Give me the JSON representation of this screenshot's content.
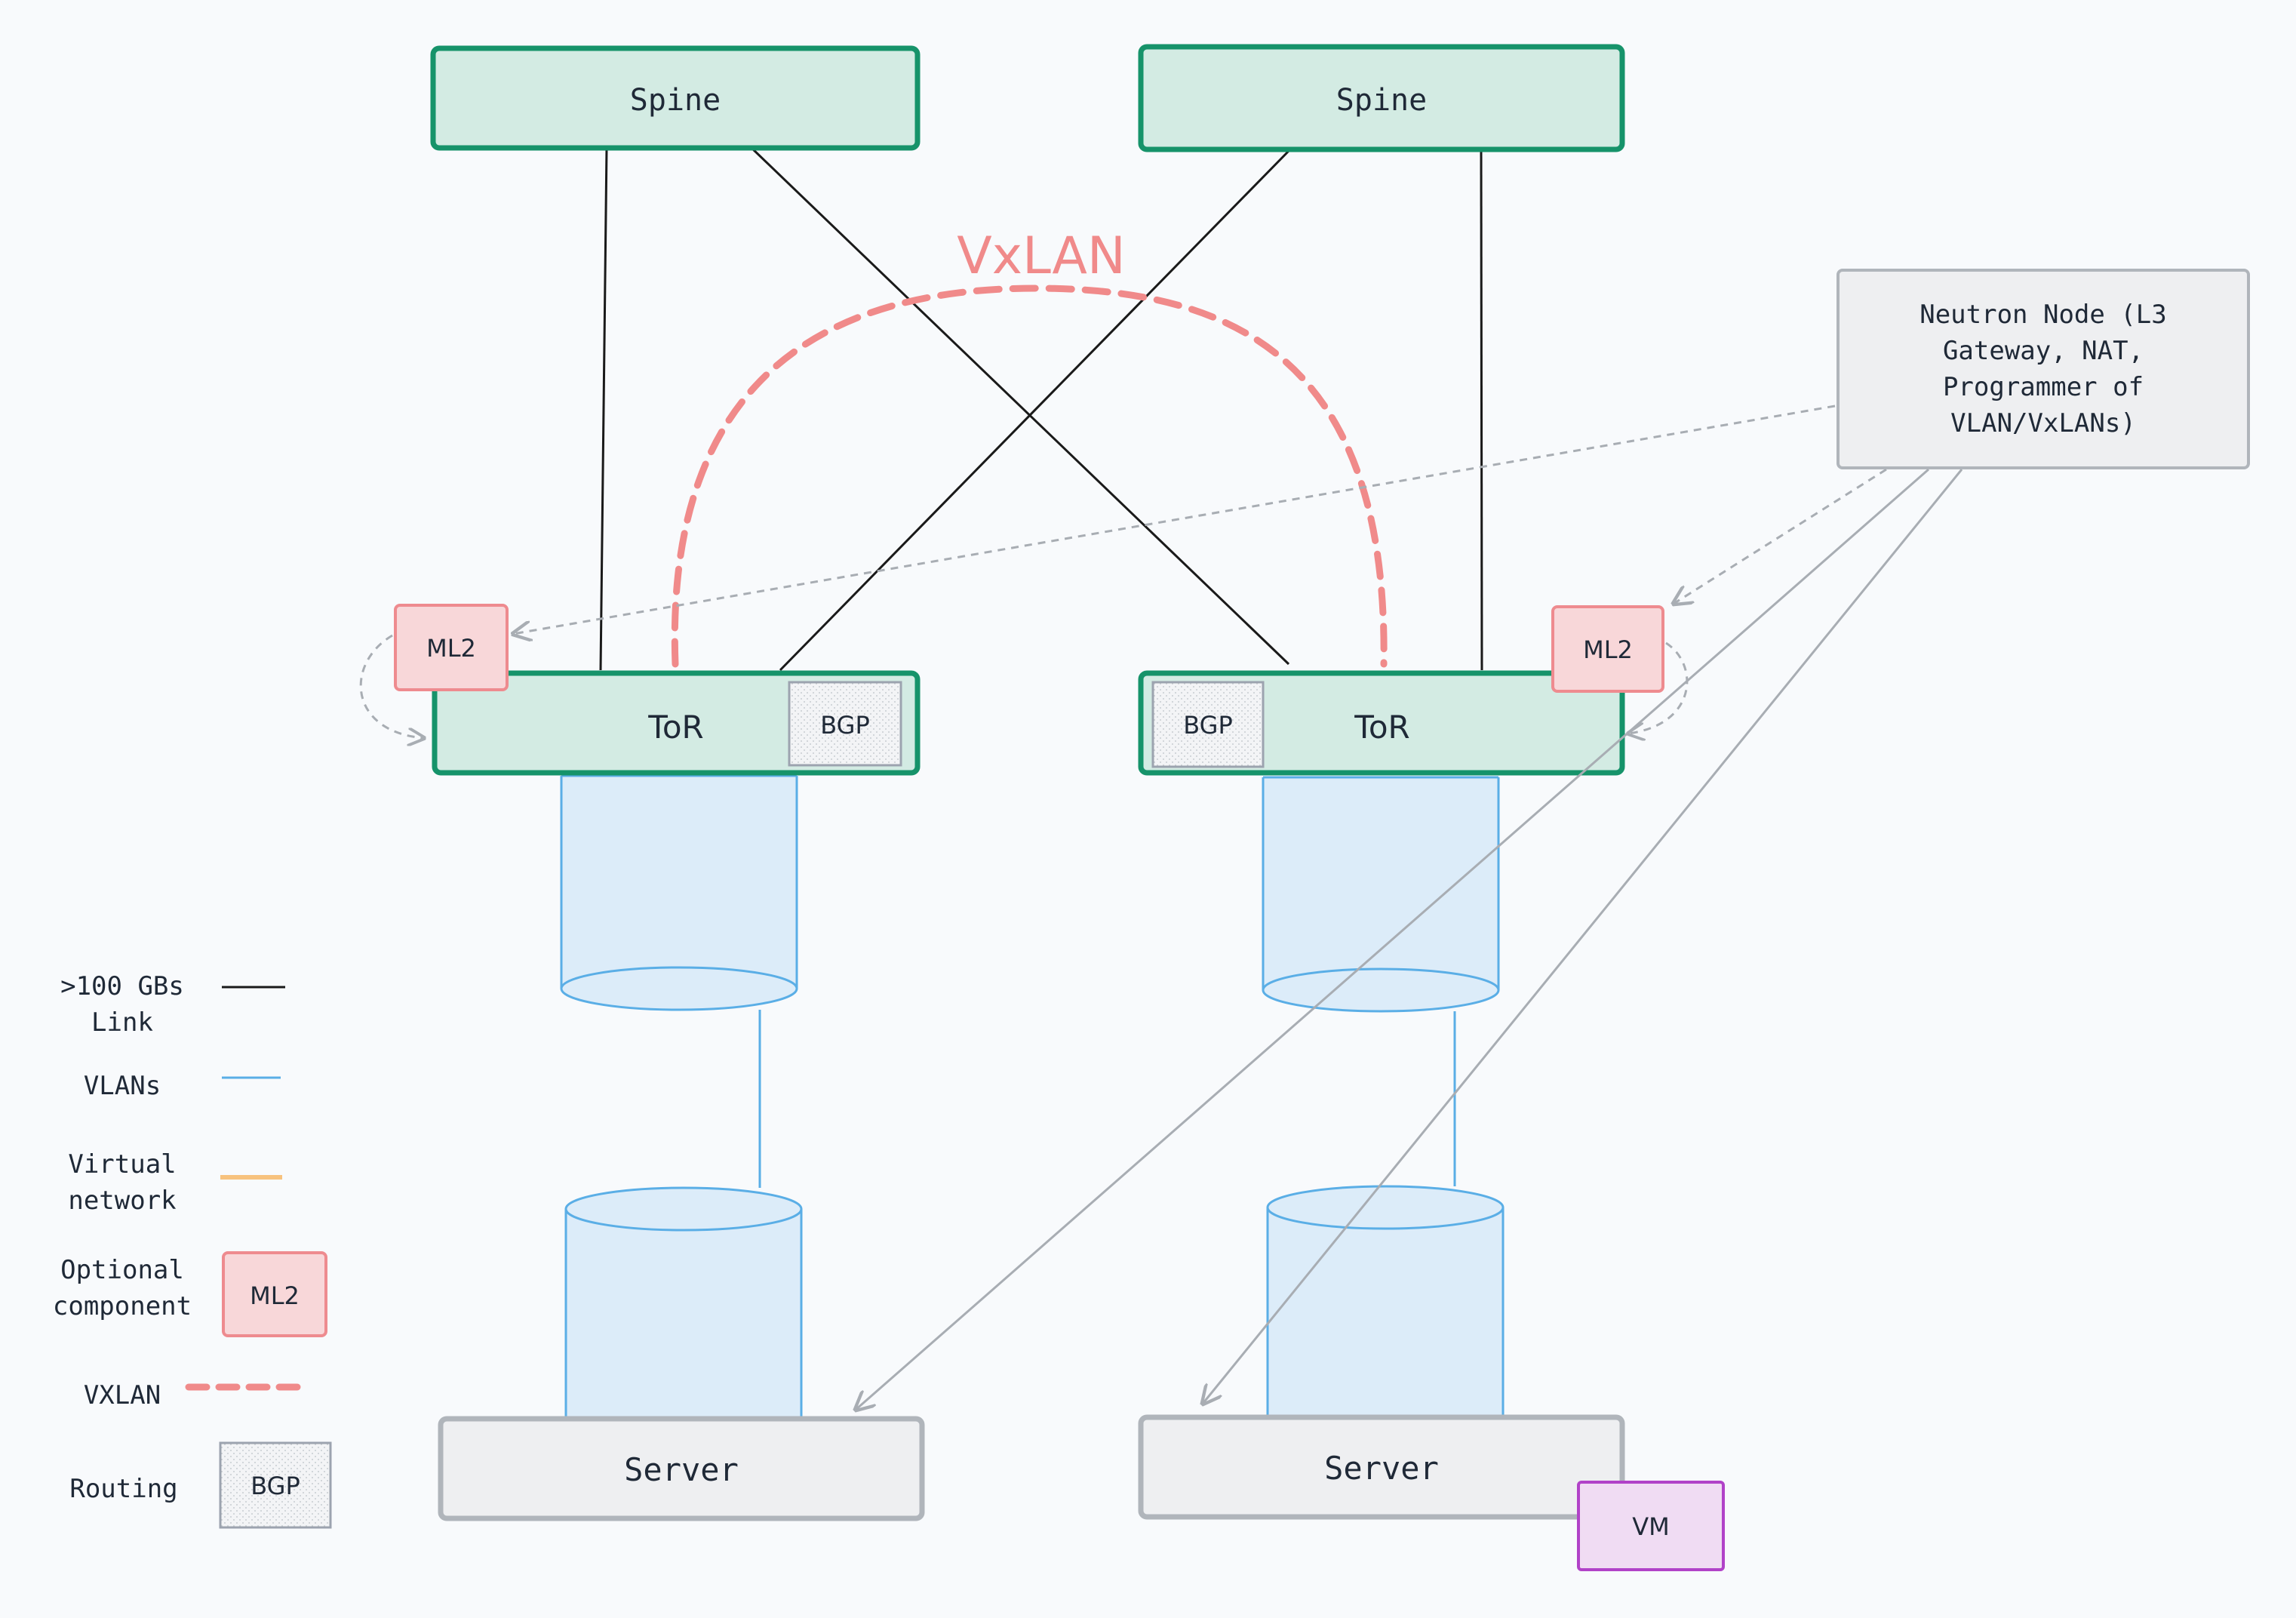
{
  "spines": [
    {
      "label": "Spine"
    },
    {
      "label": "Spine"
    }
  ],
  "tors": [
    {
      "label": "ToR",
      "routing": "BGP",
      "optional": "ML2"
    },
    {
      "label": "ToR",
      "routing": "BGP",
      "optional": "ML2"
    }
  ],
  "servers": [
    {
      "label": "Server"
    },
    {
      "label": "Server",
      "vm": "VM"
    }
  ],
  "vxlan_label": "VxLAN",
  "neutron": {
    "lines": [
      "Neutron Node (L3",
      "Gateway, NAT,",
      "Programmer of",
      "VLAN/VxLANs)"
    ]
  },
  "legend": {
    "link": [
      ">100 GBs",
      "Link"
    ],
    "vlans": "VLANs",
    "virtual": [
      "Virtual",
      "network"
    ],
    "optional": [
      "Optional",
      "component"
    ],
    "optional_sample": "ML2",
    "vxlan": "VXLAN",
    "routing": "Routing",
    "routing_sample": "BGP"
  },
  "colors": {
    "green_border": "#16936a",
    "green_fill": "#d3ebe3",
    "vlan_blue": "#5aaee6",
    "vlan_fill": "#dcecf9",
    "vxlan_red": "#f08a8a",
    "ml2_fill": "#f8d7d9",
    "ml2_border": "#ee8b8f",
    "server_fill": "#eeeff1",
    "server_border": "#b0b5bb",
    "vm_border": "#b142c8",
    "vm_fill": "#f0dcf3",
    "virtual_orange": "#f7c27e"
  }
}
